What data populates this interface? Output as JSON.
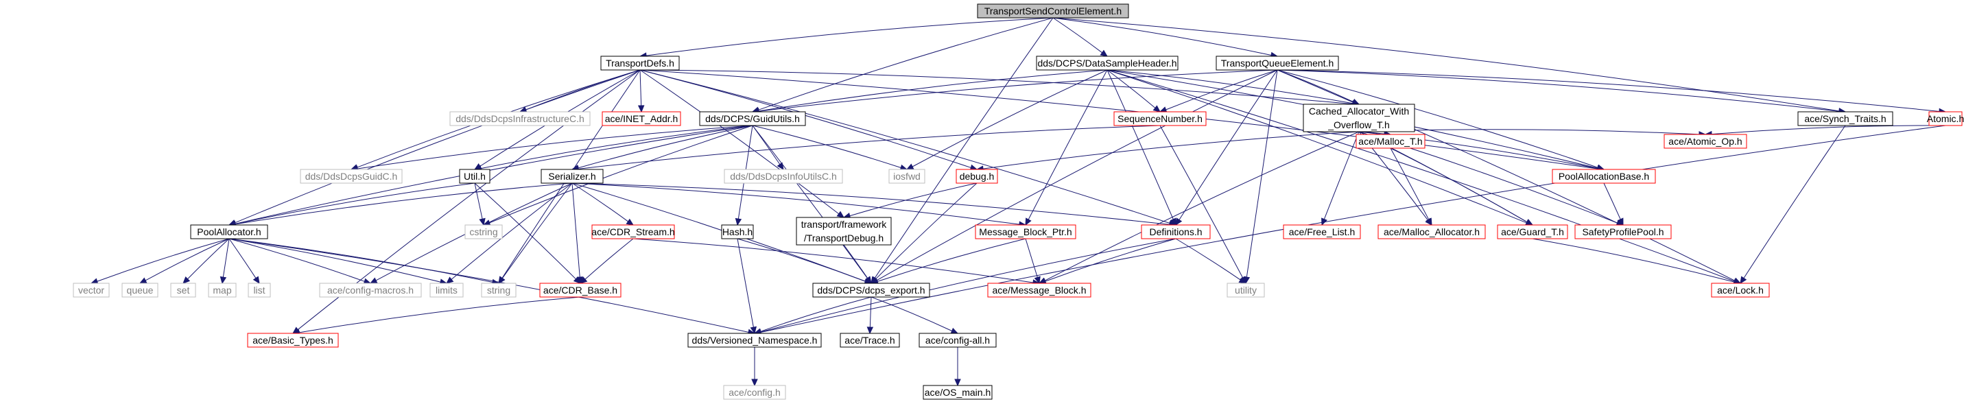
{
  "graph_title": "TransportSendControlElement.h",
  "colors": {
    "edge": "#191970",
    "root_fill": "#bfbfbf",
    "normal_border": "#000000",
    "truncated_border": "#ff0000",
    "external_border": "#bfbfbf",
    "external_text": "#7f7f7f"
  },
  "nodes": [
    {
      "id": "root",
      "label": [
        "TransportSendControlElement.h"
      ],
      "kind": "root",
      "interactable": false
    },
    {
      "id": "transportdefs",
      "label": [
        "TransportDefs.h"
      ],
      "kind": "normal",
      "interactable": true
    },
    {
      "id": "datasampleheader",
      "label": [
        "dds/DCPS/DataSampleHeader.h"
      ],
      "kind": "normal",
      "interactable": true
    },
    {
      "id": "transportqueueelement",
      "label": [
        "TransportQueueElement.h"
      ],
      "kind": "normal",
      "interactable": true
    },
    {
      "id": "synch_traits",
      "label": [
        "ace/Synch_Traits.h"
      ],
      "kind": "normal",
      "interactable": true
    },
    {
      "id": "atomic",
      "label": [
        "Atomic.h"
      ],
      "kind": "truncated",
      "interactable": true
    },
    {
      "id": "guidutils",
      "label": [
        "dds/DCPS/GuidUtils.h"
      ],
      "kind": "normal",
      "interactable": true
    },
    {
      "id": "infrastructurec",
      "label": [
        "dds/DdsDcpsInfrastructureC.h"
      ],
      "kind": "external",
      "interactable": false
    },
    {
      "id": "inet_addr",
      "label": [
        "ace/INET_Addr.h"
      ],
      "kind": "truncated",
      "interactable": true
    },
    {
      "id": "sequencenumber",
      "label": [
        "SequenceNumber.h"
      ],
      "kind": "truncated",
      "interactable": true
    },
    {
      "id": "cached_allocator",
      "label": [
        "Cached_Allocator_With",
        "_Overflow_T.h"
      ],
      "kind": "normal",
      "interactable": true
    },
    {
      "id": "atomic_op",
      "label": [
        "ace/Atomic_Op.h"
      ],
      "kind": "truncated",
      "interactable": true
    },
    {
      "id": "guidc",
      "label": [
        "dds/DdsDcpsGuidC.h"
      ],
      "kind": "external",
      "interactable": false
    },
    {
      "id": "util",
      "label": [
        "Util.h"
      ],
      "kind": "normal",
      "interactable": true
    },
    {
      "id": "serializer",
      "label": [
        "Serializer.h"
      ],
      "kind": "normal",
      "interactable": true
    },
    {
      "id": "infoutilsc",
      "label": [
        "dds/DdsDcpsInfoUtilsC.h"
      ],
      "kind": "external",
      "interactable": false
    },
    {
      "id": "iosfwd",
      "label": [
        "iosfwd"
      ],
      "kind": "external",
      "interactable": false
    },
    {
      "id": "debug",
      "label": [
        "debug.h"
      ],
      "kind": "truncated",
      "interactable": true
    },
    {
      "id": "poolallocationbase",
      "label": [
        "PoolAllocationBase.h"
      ],
      "kind": "truncated",
      "interactable": true
    },
    {
      "id": "malloc_t",
      "label": [
        "ace/Malloc_T.h"
      ],
      "kind": "truncated",
      "interactable": true
    },
    {
      "id": "poolallocator",
      "label": [
        "PoolAllocator.h"
      ],
      "kind": "normal",
      "interactable": true
    },
    {
      "id": "cstring",
      "label": [
        "cstring"
      ],
      "kind": "external",
      "interactable": false
    },
    {
      "id": "cdr_stream",
      "label": [
        "ace/CDR_Stream.h"
      ],
      "kind": "truncated",
      "interactable": true
    },
    {
      "id": "hash",
      "label": [
        "Hash.h"
      ],
      "kind": "normal",
      "interactable": true
    },
    {
      "id": "transportdebug",
      "label": [
        "transport/framework",
        "/TransportDebug.h"
      ],
      "kind": "normal",
      "interactable": true
    },
    {
      "id": "message_block_ptr",
      "label": [
        "Message_Block_Ptr.h"
      ],
      "kind": "truncated",
      "interactable": true
    },
    {
      "id": "definitions",
      "label": [
        "Definitions.h"
      ],
      "kind": "truncated",
      "interactable": true
    },
    {
      "id": "free_list",
      "label": [
        "ace/Free_List.h"
      ],
      "kind": "truncated",
      "interactable": true
    },
    {
      "id": "malloc_allocator",
      "label": [
        "ace/Malloc_Allocator.h"
      ],
      "kind": "truncated",
      "interactable": true
    },
    {
      "id": "guard_t",
      "label": [
        "ace/Guard_T.h"
      ],
      "kind": "truncated",
      "interactable": true
    },
    {
      "id": "safetyprofilepool",
      "label": [
        "SafetyProfilePool.h"
      ],
      "kind": "truncated",
      "interactable": true
    },
    {
      "id": "vector",
      "label": [
        "vector"
      ],
      "kind": "external",
      "interactable": false
    },
    {
      "id": "queue",
      "label": [
        "queue"
      ],
      "kind": "external",
      "interactable": false
    },
    {
      "id": "set",
      "label": [
        "set"
      ],
      "kind": "external",
      "interactable": false
    },
    {
      "id": "map",
      "label": [
        "map"
      ],
      "kind": "external",
      "interactable": false
    },
    {
      "id": "list",
      "label": [
        "list"
      ],
      "kind": "external",
      "interactable": false
    },
    {
      "id": "config_macros",
      "label": [
        "ace/config-macros.h"
      ],
      "kind": "external",
      "interactable": false
    },
    {
      "id": "limits",
      "label": [
        "limits"
      ],
      "kind": "external",
      "interactable": false
    },
    {
      "id": "string",
      "label": [
        "string"
      ],
      "kind": "external",
      "interactable": false
    },
    {
      "id": "cdr_base",
      "label": [
        "ace/CDR_Base.h"
      ],
      "kind": "truncated",
      "interactable": true
    },
    {
      "id": "dcps_export",
      "label": [
        "dds/DCPS/dcps_export.h"
      ],
      "kind": "normal",
      "interactable": true
    },
    {
      "id": "message_block",
      "label": [
        "ace/Message_Block.h"
      ],
      "kind": "truncated",
      "interactable": true
    },
    {
      "id": "utility",
      "label": [
        "utility"
      ],
      "kind": "external",
      "interactable": false
    },
    {
      "id": "lock",
      "label": [
        "ace/Lock.h"
      ],
      "kind": "truncated",
      "interactable": true
    },
    {
      "id": "basic_types",
      "label": [
        "ace/Basic_Types.h"
      ],
      "kind": "truncated",
      "interactable": true
    },
    {
      "id": "versioned_namespace",
      "label": [
        "dds/Versioned_Namespace.h"
      ],
      "kind": "normal",
      "interactable": true
    },
    {
      "id": "trace",
      "label": [
        "ace/Trace.h"
      ],
      "kind": "normal",
      "interactable": true
    },
    {
      "id": "config_all",
      "label": [
        "ace/config-all.h"
      ],
      "kind": "normal",
      "interactable": true
    },
    {
      "id": "config",
      "label": [
        "ace/config.h"
      ],
      "kind": "external",
      "interactable": false
    },
    {
      "id": "os_main",
      "label": [
        "ace/OS_main.h"
      ],
      "kind": "normal",
      "interactable": true
    }
  ],
  "edges": [
    [
      "root",
      "transportdefs"
    ],
    [
      "root",
      "datasampleheader"
    ],
    [
      "root",
      "transportqueueelement"
    ],
    [
      "root",
      "synch_traits"
    ],
    [
      "root",
      "guidutils"
    ],
    [
      "root",
      "dcps_export"
    ],
    [
      "transportdefs",
      "infrastructurec"
    ],
    [
      "transportdefs",
      "inet_addr"
    ],
    [
      "transportdefs",
      "guidc"
    ],
    [
      "transportdefs",
      "util"
    ],
    [
      "transportdefs",
      "debug"
    ],
    [
      "transportdefs",
      "cached_allocator"
    ],
    [
      "transportdefs",
      "poolallocator"
    ],
    [
      "transportdefs",
      "string"
    ],
    [
      "transportdefs",
      "transportdebug"
    ],
    [
      "transportdefs",
      "definitions"
    ],
    [
      "transportdefs",
      "poolallocationbase"
    ],
    [
      "transportdefs",
      "basic_types"
    ],
    [
      "datasampleheader",
      "guidutils"
    ],
    [
      "datasampleheader",
      "sequencenumber"
    ],
    [
      "datasampleheader",
      "iosfwd"
    ],
    [
      "datasampleheader",
      "message_block_ptr"
    ],
    [
      "datasampleheader",
      "definitions"
    ],
    [
      "datasampleheader",
      "cached_allocator"
    ],
    [
      "datasampleheader",
      "poolallocationbase"
    ],
    [
      "datasampleheader",
      "lock"
    ],
    [
      "datasampleheader",
      "guard_t"
    ],
    [
      "transportqueueelement",
      "sequencenumber"
    ],
    [
      "transportqueueelement",
      "cached_allocator"
    ],
    [
      "transportqueueelement",
      "guidutils"
    ],
    [
      "transportqueueelement",
      "poolallocationbase"
    ],
    [
      "transportqueueelement",
      "synch_traits"
    ],
    [
      "transportqueueelement",
      "atomic"
    ],
    [
      "transportqueueelement",
      "dcps_export"
    ],
    [
      "transportqueueelement",
      "definitions"
    ],
    [
      "transportqueueelement",
      "utility"
    ],
    [
      "transportqueueelement",
      "lock"
    ],
    [
      "synch_traits",
      "lock"
    ],
    [
      "atomic",
      "atomic_op"
    ],
    [
      "atomic",
      "versioned_namespace"
    ],
    [
      "guidutils",
      "guidc"
    ],
    [
      "guidutils",
      "util"
    ],
    [
      "guidutils",
      "serializer"
    ],
    [
      "guidutils",
      "infoutilsc"
    ],
    [
      "guidutils",
      "iosfwd"
    ],
    [
      "guidutils",
      "hash"
    ],
    [
      "guidutils",
      "dcps_export"
    ],
    [
      "guidutils",
      "cstring"
    ],
    [
      "guidutils",
      "poolallocator"
    ],
    [
      "sequencenumber",
      "serializer"
    ],
    [
      "sequencenumber",
      "utility"
    ],
    [
      "cached_allocator",
      "debug"
    ],
    [
      "cached_allocator",
      "malloc_t"
    ],
    [
      "cached_allocator",
      "free_list"
    ],
    [
      "cached_allocator",
      "malloc_allocator"
    ],
    [
      "cached_allocator",
      "guard_t"
    ],
    [
      "cached_allocator",
      "safetyprofilepool"
    ],
    [
      "cached_allocator",
      "poolallocationbase"
    ],
    [
      "cached_allocator",
      "atomic_op"
    ],
    [
      "cached_allocator",
      "message_block"
    ],
    [
      "util",
      "poolallocator"
    ],
    [
      "util",
      "cstring"
    ],
    [
      "util",
      "cdr_base"
    ],
    [
      "serializer",
      "cdr_stream"
    ],
    [
      "serializer",
      "message_block_ptr"
    ],
    [
      "serializer",
      "definitions"
    ],
    [
      "serializer",
      "dcps_export"
    ],
    [
      "serializer",
      "limits"
    ],
    [
      "serializer",
      "string"
    ],
    [
      "serializer",
      "config_macros"
    ],
    [
      "serializer",
      "cdr_base"
    ],
    [
      "serializer",
      "poolallocator"
    ],
    [
      "debug",
      "dcps_export"
    ],
    [
      "debug",
      "transportdebug"
    ],
    [
      "poolallocationbase",
      "safetyprofilepool"
    ],
    [
      "malloc_t",
      "malloc_allocator"
    ],
    [
      "malloc_t",
      "guard_t"
    ],
    [
      "poolallocator",
      "vector"
    ],
    [
      "poolallocator",
      "queue"
    ],
    [
      "poolallocator",
      "set"
    ],
    [
      "poolallocator",
      "map"
    ],
    [
      "poolallocator",
      "list"
    ],
    [
      "poolallocator",
      "config_macros"
    ],
    [
      "poolallocator",
      "limits"
    ],
    [
      "poolallocator",
      "string"
    ],
    [
      "poolallocator",
      "versioned_namespace"
    ],
    [
      "cdr_stream",
      "cdr_base"
    ],
    [
      "cdr_stream",
      "message_block"
    ],
    [
      "hash",
      "dcps_export"
    ],
    [
      "hash",
      "versioned_namespace"
    ],
    [
      "transportdebug",
      "dcps_export"
    ],
    [
      "message_block_ptr",
      "dcps_export"
    ],
    [
      "message_block_ptr",
      "message_block"
    ],
    [
      "definitions",
      "message_block"
    ],
    [
      "definitions",
      "utility"
    ],
    [
      "definitions",
      "versioned_namespace"
    ],
    [
      "guard_t",
      "lock"
    ],
    [
      "cdr_base",
      "basic_types"
    ],
    [
      "dcps_export",
      "versioned_namespace"
    ],
    [
      "dcps_export",
      "trace"
    ],
    [
      "dcps_export",
      "config_all"
    ],
    [
      "versioned_namespace",
      "config"
    ],
    [
      "config_all",
      "os_main"
    ]
  ]
}
